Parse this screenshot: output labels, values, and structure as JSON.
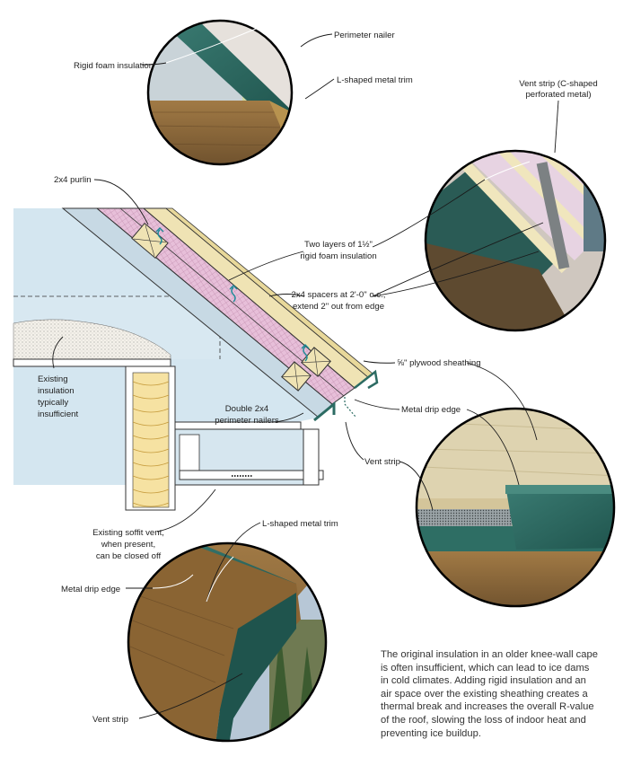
{
  "labels": {
    "rigid_foam_insulation": "Rigid foam insulation",
    "perimeter_nailer": "Perimeter nailer",
    "l_shaped_metal_trim_top": "L-shaped metal trim",
    "vent_strip_c_shaped_1": "Vent strip (C-shaped",
    "vent_strip_c_shaped_2": "perforated metal)",
    "purlin": "2x4 purlin",
    "two_layers_1": "Two layers of 1½\"",
    "two_layers_2": "rigid foam insulation",
    "spacers_1": "2x4 spacers at 2'-0\" o.c.,",
    "spacers_2": "extend 2\" out from edge",
    "plywood_sheathing": "⅝\" plywood sheathing",
    "existing_insulation_1": "Existing",
    "existing_insulation_2": "insulation",
    "existing_insulation_3": "typically",
    "existing_insulation_4": "insufficient",
    "double_nailers_1": "Double 2x4",
    "double_nailers_2": "perimeter nailers",
    "metal_drip_edge_right": "Metal drip edge",
    "vent_strip_mid": "Vent strip",
    "soffit_vent_1": "Existing soffit vent,",
    "soffit_vent_2": "when present,",
    "soffit_vent_3": "can be closed off",
    "l_shaped_metal_trim_bottom": "L-shaped metal trim",
    "metal_drip_edge_left": "Metal drip edge",
    "vent_strip_bottom": "Vent strip"
  },
  "caption": [
    "The original insulation in an older knee-wall cape",
    "is often insufficient, which can lead to ice dams",
    "in cold climates. Adding rigid insulation and an",
    "air space over the existing sheathing creates a",
    "thermal break and increases the overall R-value",
    "of the roof, slowing the loss of indoor heat and",
    "preventing ice buildup."
  ],
  "colors": {
    "wall_blue": "#d4e6f0",
    "foam_pink": "#e7bfd9",
    "wood": "#efe3b4",
    "metal_green": "#2c6b63",
    "photo_wood": "#8a6a3e",
    "plywood": "#ddd3ad"
  },
  "icons": {
    "airflow": "wavy-up-arrow-icon",
    "fiberglass": "batt-insulation-icon"
  }
}
